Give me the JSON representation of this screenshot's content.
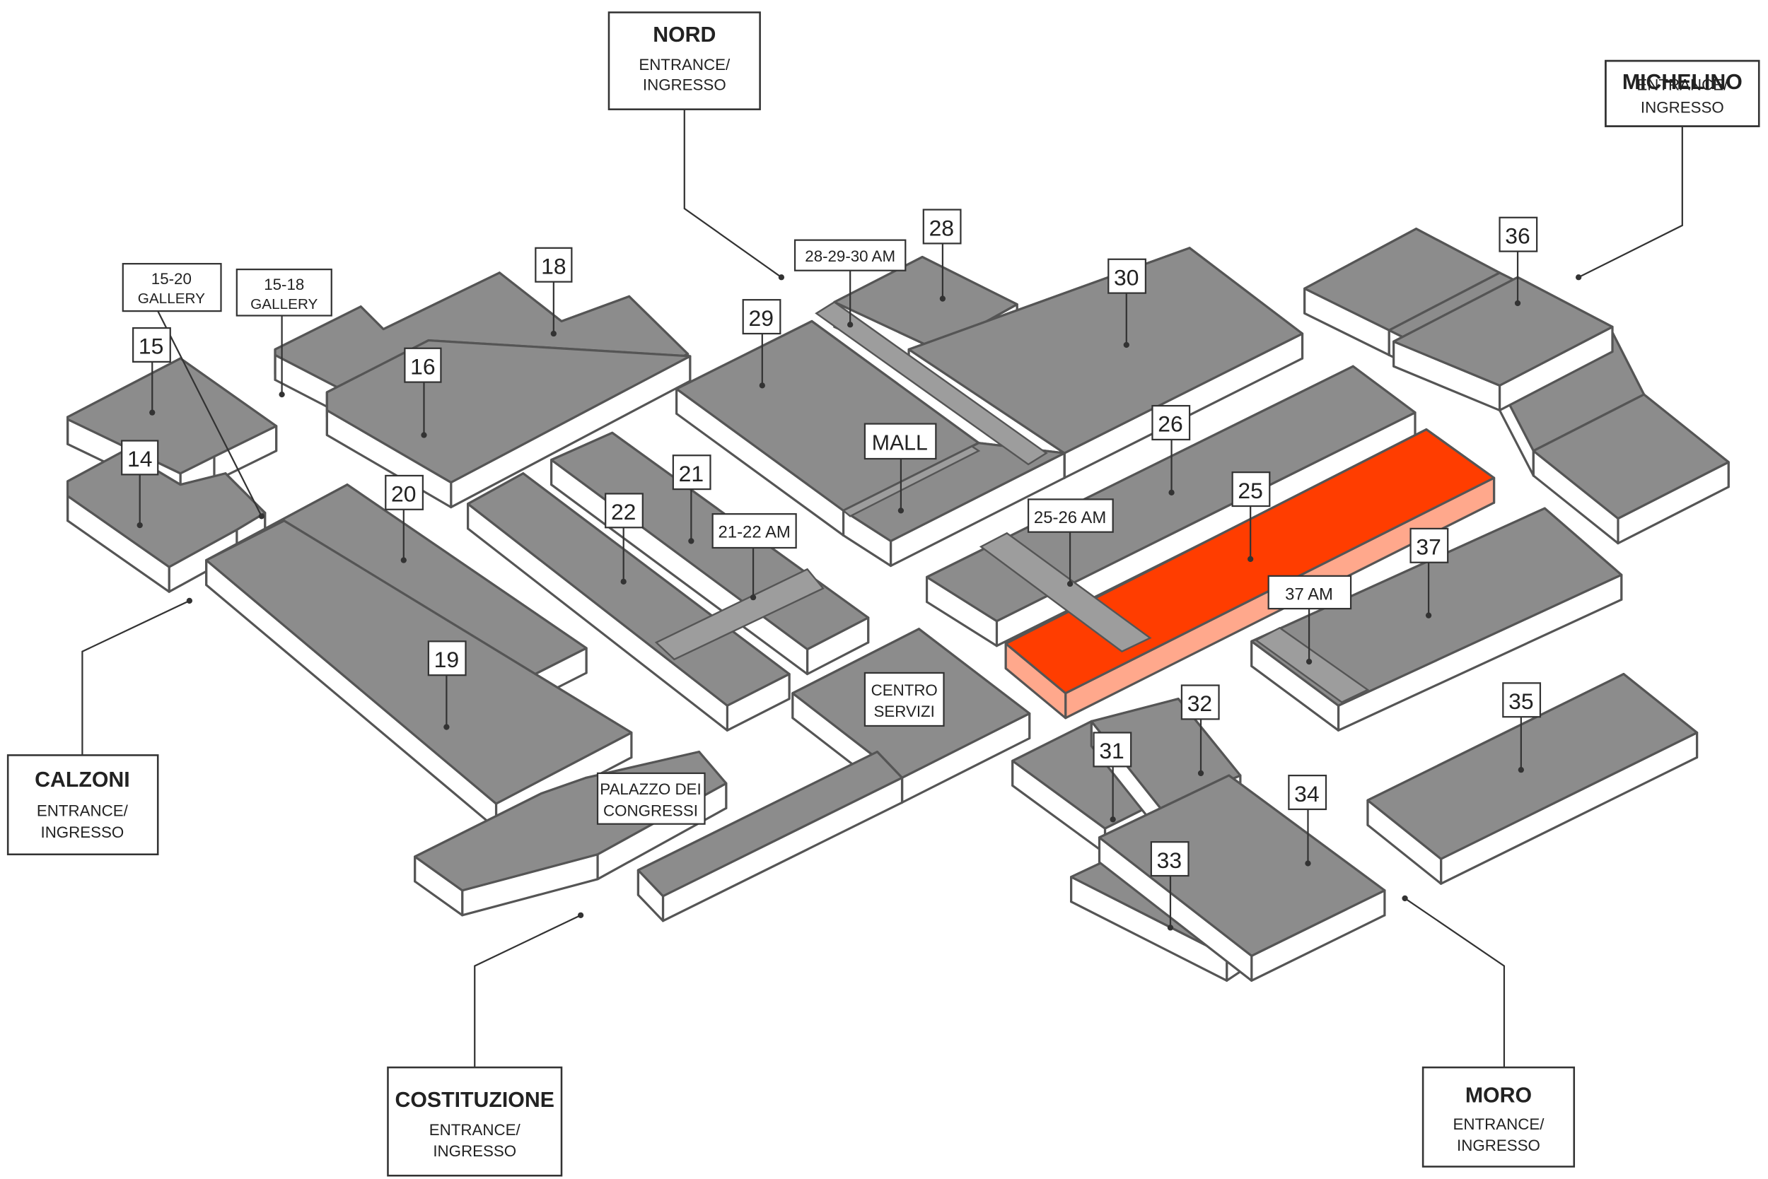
{
  "map": {
    "colors": {
      "roof": "#8c8c8c",
      "wall": "#ffffff",
      "outline": "#555555",
      "highlight_roof": "#ff3d00",
      "highlight_wall": "#ffa88c",
      "walkway": "#9d9d9d",
      "text": "#222222"
    },
    "highlighted_pavilion": "25",
    "entrances": {
      "nord": {
        "name": "NORD",
        "line1": "ENTRANCE/",
        "line2": "INGRESSO"
      },
      "michelino": {
        "name": "MICHELINO",
        "line1": "ENTRANCE/",
        "line2": "INGRESSO"
      },
      "calzoni": {
        "name": "CALZONI",
        "line1": "ENTRANCE/",
        "line2": "INGRESSO"
      },
      "costituzione": {
        "name": "COSTITUZIONE",
        "line1": "ENTRANCE/",
        "line2": "INGRESSO"
      },
      "moro": {
        "name": "MORO",
        "line1": "ENTRANCE/",
        "line2": "INGRESSO"
      }
    },
    "labels": {
      "p14": "14",
      "p15": "15",
      "p16": "16",
      "p18": "18",
      "p19": "19",
      "p20": "20",
      "p21": "21",
      "p22": "22",
      "p25": "25",
      "p26": "26",
      "p28": "28",
      "p29": "29",
      "p30": "30",
      "p31": "31",
      "p32": "32",
      "p33": "33",
      "p34": "34",
      "p35": "35",
      "p36": "36",
      "p37": "37",
      "mall": "MALL",
      "am_28_29_30": "28-29-30 AM",
      "am_21_22": "21-22 AM",
      "am_25_26": "25-26 AM",
      "am_37": "37 AM",
      "gallery_15_20": {
        "line1": "15-20",
        "line2": "GALLERY"
      },
      "gallery_15_18": {
        "line1": "15-18",
        "line2": "GALLERY"
      },
      "centro_servizi": {
        "line1": "CENTRO",
        "line2": "SERVIZI"
      },
      "palazzo_congressi": {
        "line1": "PALAZZO DEI",
        "line2": "CONGRESSI"
      }
    }
  }
}
